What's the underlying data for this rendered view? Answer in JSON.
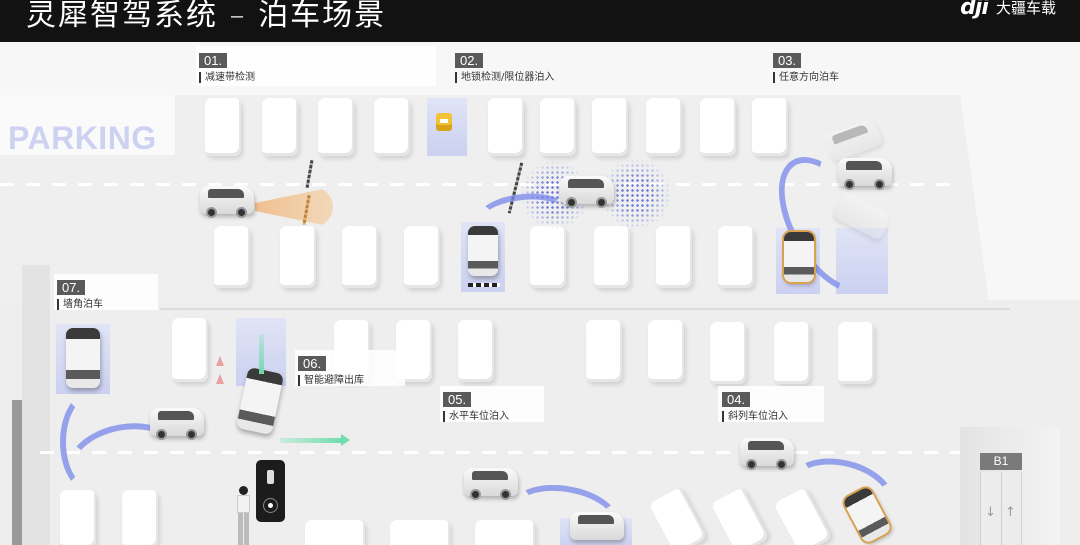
{
  "header": {
    "title": "灵犀智驾系统 – 泊车场景",
    "brand_logo": "dji",
    "brand_text": "大疆车载"
  },
  "map": {
    "watermark": "PARKING",
    "elevator_floor": "B1",
    "elevator_icons": [
      "down-arrow-icon",
      "up-arrow-icon"
    ]
  },
  "scenes": [
    {
      "num": "01.",
      "label": "减速带检测"
    },
    {
      "num": "02.",
      "label": "地锁检测/限位器泊入"
    },
    {
      "num": "03.",
      "label": "任意方向泊车"
    },
    {
      "num": "04.",
      "label": "斜列车位泊入"
    },
    {
      "num": "05.",
      "label": "水平车位泊入"
    },
    {
      "num": "06.",
      "label": "智能避障出库"
    },
    {
      "num": "07.",
      "label": "墙角泊车"
    }
  ],
  "colors": {
    "header_bg": "#121212",
    "path_blue": "#7887eb",
    "bay_highlight": "#c7cdf0",
    "sensor_orange": "#f0b478",
    "exit_green": "#72dcae",
    "label_num_bg": "#5a5a5a",
    "watermark": "#cdd2f2"
  }
}
